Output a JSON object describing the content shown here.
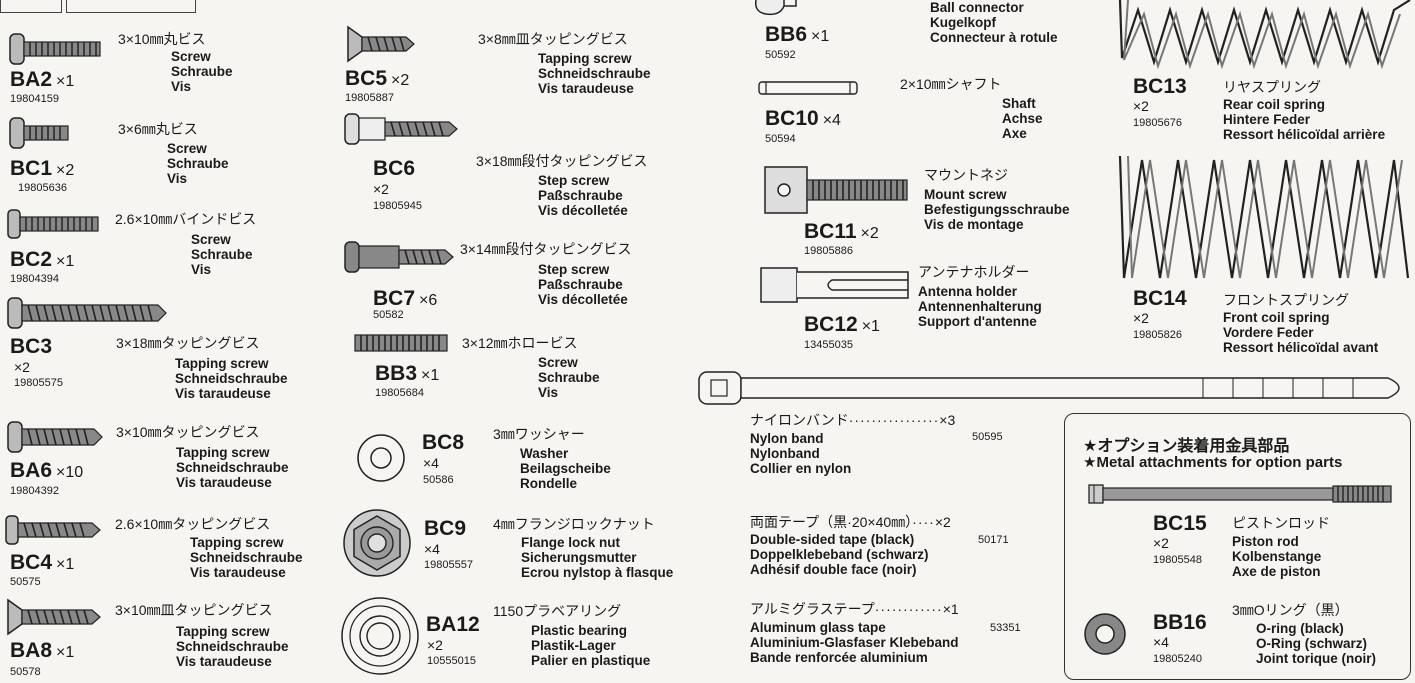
{
  "left_parts": [
    {
      "code": "BA2",
      "qty": "×1",
      "num": "19804159",
      "jp": "3×10㎜丸ビス",
      "tr": [
        "Screw",
        "Schraube",
        "Vis"
      ]
    },
    {
      "code": "BC1",
      "qty": "×2",
      "num": "19805636",
      "jp": "3×6㎜丸ビス",
      "tr": [
        "Screw",
        "Schraube",
        "Vis"
      ]
    },
    {
      "code": "BC2",
      "qty": "×1",
      "num": "19804394",
      "jp": "2.6×10㎜バインドビス",
      "tr": [
        "Screw",
        "Schraube",
        "Vis"
      ]
    },
    {
      "code": "BC3",
      "qty": "×2",
      "num": "19805575",
      "jp": "3×18㎜タッピングビス",
      "tr": [
        "Tapping screw",
        "Schneidschraube",
        "Vis taraudeuse"
      ]
    },
    {
      "code": "BA6",
      "qty": "×10",
      "num": "19804392",
      "jp": "3×10㎜タッピングビス",
      "tr": [
        "Tapping screw",
        "Schneidschraube",
        "Vis taraudeuse"
      ]
    },
    {
      "code": "BC4",
      "qty": "×1",
      "num": "50575",
      "jp": "2.6×10㎜タッピングビス",
      "tr": [
        "Tapping screw",
        "Schneidschraube",
        "Vis taraudeuse"
      ]
    },
    {
      "code": "BA8",
      "qty": "×1",
      "num": "50578",
      "jp": "3×10㎜皿タッピングビス",
      "tr": [
        "Tapping screw",
        "Schneidschraube",
        "Vis taraudeuse"
      ]
    }
  ],
  "mid_parts": [
    {
      "code": "BC5",
      "qty": "×2",
      "num": "19805887",
      "jp": "3×8㎜皿タッピングビス",
      "tr": [
        "Tapping screw",
        "Schneidschraube",
        "Vis taraudeuse"
      ]
    },
    {
      "code": "BC6",
      "qty": "×2",
      "num": "19805945",
      "jp": "3×18㎜段付タッピングビス",
      "tr": [
        "Step screw",
        "Paßschraube",
        "Vis décolletée"
      ]
    },
    {
      "code": "BC7",
      "qty": "×6",
      "num": "50582",
      "jp": "3×14㎜段付タッピングビス",
      "tr": [
        "Step screw",
        "Paßschraube",
        "Vis décolletée"
      ]
    },
    {
      "code": "BB3",
      "qty": "×1",
      "num": "19805684",
      "jp": "3×12㎜ホロービス",
      "tr": [
        "Screw",
        "Schraube",
        "Vis"
      ]
    },
    {
      "code": "BC8",
      "qty": "×4",
      "num": "50586",
      "jp": "3㎜ワッシャー",
      "tr": [
        "Washer",
        "Beilagscheibe",
        "Rondelle"
      ]
    },
    {
      "code": "BC9",
      "qty": "×4",
      "num": "19805557",
      "jp": "4㎜フランジロックナット",
      "tr": [
        "Flange lock nut",
        "Sicherungsmutter",
        "Ecrou nylstop à flasque"
      ]
    },
    {
      "code": "BA12",
      "qty": "×2",
      "num": "10555015",
      "jp": "1150プラベアリング",
      "tr": [
        "Plastic bearing",
        "Plastik-Lager",
        "Palier en plastique"
      ]
    }
  ],
  "right_parts": [
    {
      "code": "BB6",
      "qty": "×1",
      "num": "50592",
      "jp": "",
      "tr": [
        "Ball connector",
        "Kugelkopf",
        "Connecteur à rotule"
      ]
    },
    {
      "code": "BC10",
      "qty": "×4",
      "num": "50594",
      "jp": "2×10㎜シャフト",
      "tr": [
        "Shaft",
        "Achse",
        "Axe"
      ]
    },
    {
      "code": "BC11",
      "qty": "×2",
      "num": "19805886",
      "jp": "マウントネジ",
      "tr": [
        "Mount screw",
        "Befestigungsschraube",
        "Vis de montage"
      ]
    },
    {
      "code": "BC12",
      "qty": "×1",
      "num": "13455035",
      "jp": "アンテナホルダー",
      "tr": [
        "Antenna holder",
        "Antennenhalterung",
        "Support d'antenne"
      ]
    }
  ],
  "springs": [
    {
      "code": "BC13",
      "qty": "×2",
      "num": "19805676",
      "jp": "リヤスプリング",
      "tr": [
        "Rear coil spring",
        "Hintere Feder",
        "Ressort hélicoïdal arrière"
      ]
    },
    {
      "code": "BC14",
      "qty": "×2",
      "num": "19805826",
      "jp": "フロントスプリング",
      "tr": [
        "Front coil spring",
        "Vordere Feder",
        "Ressort hélicoïdal avant"
      ]
    }
  ],
  "extras": [
    {
      "jp": "ナイロンバンド",
      "dots": "················",
      "qty": "×3",
      "num": "50595",
      "tr": [
        "Nylon band",
        "Nylonband",
        "Collier en nylon"
      ]
    },
    {
      "jp": "両面テープ（黒·20×40㎜）",
      "dots": "····",
      "qty": "×2",
      "num": "50171",
      "tr": [
        "Double-sided tape (black)",
        "Doppelklebeband (schwarz)",
        "Adhésif double face (noir)"
      ]
    },
    {
      "jp": "アルミグラステープ",
      "dots": "············",
      "qty": "×1",
      "num": "53351",
      "tr": [
        "Aluminum glass tape",
        "Aluminium-Glasfaser Klebeband",
        "Bande renforcée aluminium"
      ]
    }
  ],
  "option": {
    "title_jp": "★オプション装着用金具部品",
    "title_en": "★Metal attachments for option parts",
    "parts": [
      {
        "code": "BC15",
        "qty": "×2",
        "num": "19805548",
        "jp": "ピストンロッド",
        "tr": [
          "Piston rod",
          "Kolbenstange",
          "Axe de piston"
        ]
      },
      {
        "code": "BB16",
        "qty": "×4",
        "num": "19805240",
        "jp": "3㎜Oリング（黒）",
        "tr": [
          "O-ring (black)",
          "O-Ring (schwarz)",
          "Joint torique (noir)"
        ]
      }
    ]
  }
}
